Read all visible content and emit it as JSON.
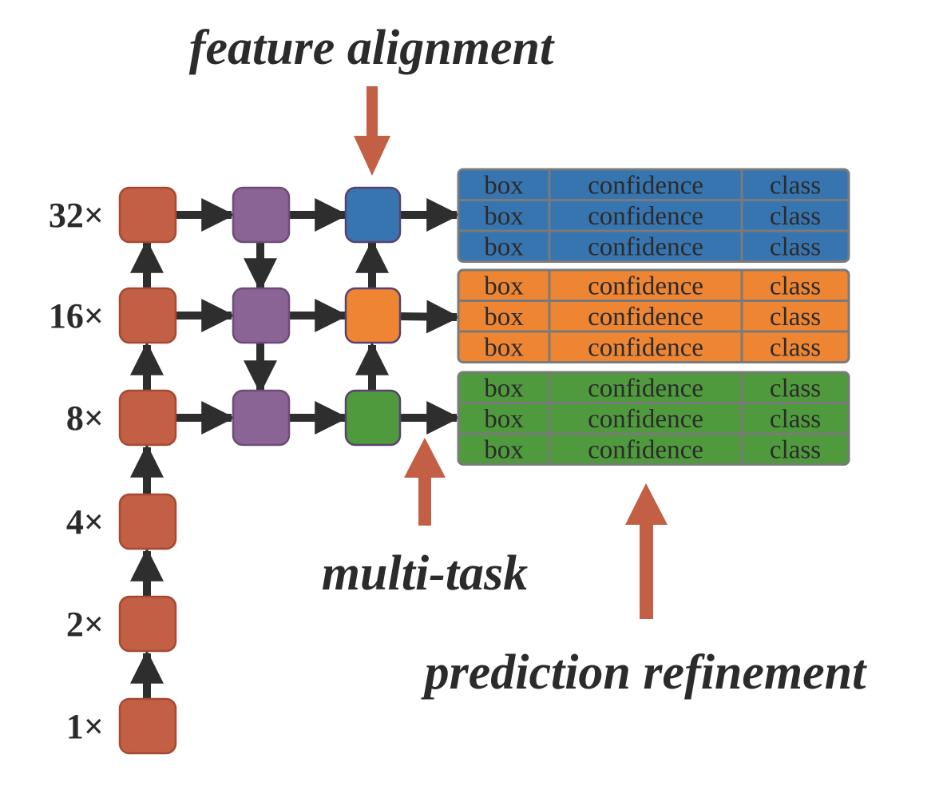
{
  "annotations": {
    "feature_alignment": "feature alignment",
    "multi_task": "multi-task",
    "prediction_refinement": "prediction refinement"
  },
  "scales": [
    "32×",
    "16×",
    "8×",
    "4×",
    "2×",
    "1×"
  ],
  "colors": {
    "backbone": "#C25F44",
    "neck": "#8A6494",
    "head_32": "#3775B0",
    "head_16": "#EE8532",
    "head_8": "#4F9A3C",
    "arrow": "#2E2E2E",
    "highlight_arrow": "#C25F44",
    "cell_border": "#7A7A7A"
  },
  "output_groups": [
    {
      "scale": "32×",
      "color": "#3775B0",
      "rows": [
        [
          "box",
          "confidence",
          "class"
        ],
        [
          "box",
          "confidence",
          "class"
        ],
        [
          "box",
          "confidence",
          "class"
        ]
      ]
    },
    {
      "scale": "16×",
      "color": "#EE8532",
      "rows": [
        [
          "box",
          "confidence",
          "class"
        ],
        [
          "box",
          "confidence",
          "class"
        ],
        [
          "box",
          "confidence",
          "class"
        ]
      ]
    },
    {
      "scale": "8×",
      "color": "#4F9A3C",
      "rows": [
        [
          "box",
          "confidence",
          "class"
        ],
        [
          "box",
          "confidence",
          "class"
        ],
        [
          "box",
          "confidence",
          "class"
        ]
      ]
    }
  ]
}
